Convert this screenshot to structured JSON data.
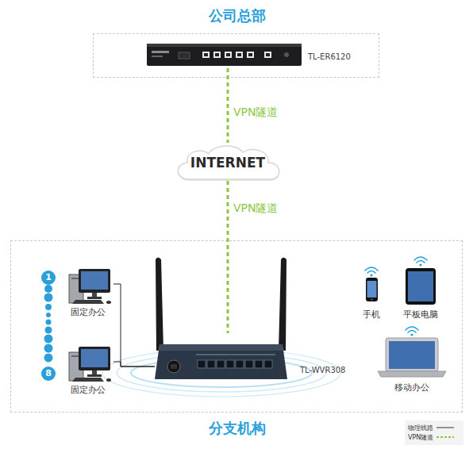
{
  "diagram": {
    "nodes": [
      {
        "text": [
          "公司总部"
        ]
      },
      {
        "text": [
          "TL-ER6120"
        ],
        "in": 0
      },
      {
        "text": [
          "INTERNET"
        ]
      },
      {
        "text": [
          "分支机构"
        ]
      },
      {
        "text": [
          "1"
        ],
        "in": 3
      },
      {
        "text": [
          "8"
        ],
        "in": 3
      },
      {
        "text": [
          "固定办公"
        ],
        "in": 3
      },
      {
        "text": [
          "固定办公"
        ],
        "in": 3
      },
      {
        "text": [
          "TL-WVR308"
        ],
        "in": 3
      },
      {
        "text": [
          "手机"
        ],
        "in": 3
      },
      {
        "text": [
          "平板电脑"
        ],
        "in": 3
      },
      {
        "text": [
          "移动办公"
        ],
        "in": 3
      }
    ],
    "edges": [
      {
        "from": 1,
        "to": 2,
        "label": "VPN隧道",
        "arrow": "none"
      },
      {
        "from": 2,
        "to": 8,
        "label": "VPN隧道",
        "arrow": "none"
      },
      {
        "from": 6,
        "to": 8,
        "arrow": "none"
      },
      {
        "from": 7,
        "to": 8,
        "arrow": "none"
      }
    ],
    "legend": [
      {
        "text": "物理线路"
      },
      {
        "text": "VPN隧道"
      }
    ]
  }
}
